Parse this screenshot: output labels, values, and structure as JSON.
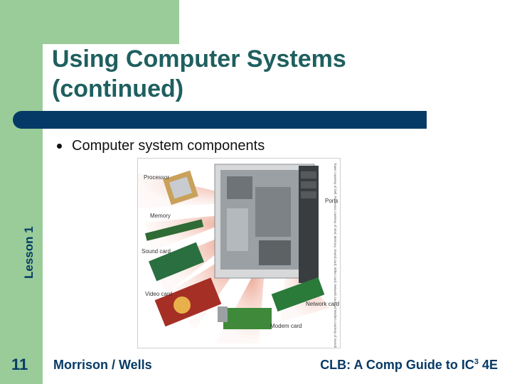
{
  "slide": {
    "title_line1": "Using Computer Systems",
    "title_line2": "(continued)",
    "bullet": "Computer system components",
    "side_label": "Lesson 1",
    "page_number": "11",
    "footer_left": "Morrison / Wells",
    "footer_right_prefix": "CLB: A Comp Guide to IC",
    "footer_right_sup": "3",
    "footer_right_suffix": " 4E"
  },
  "figure": {
    "labels": {
      "processor": "Processor",
      "memory": "Memory",
      "sound_card": "Sound card",
      "video_card": "Video card",
      "ports": "Ports",
      "network_card": "Network card",
      "modem_card": "Modem card"
    },
    "credit": "Tower courtesy of Dell; Processor courtesy of Intel; Memory, Sound card, Video card, Network card and Modem courtesy of manufacturers"
  },
  "colors": {
    "accent_green": "#99cc99",
    "title_teal": "#1f5f5f",
    "navy": "#063a66"
  },
  "icons": [
    "bullet-dot"
  ]
}
